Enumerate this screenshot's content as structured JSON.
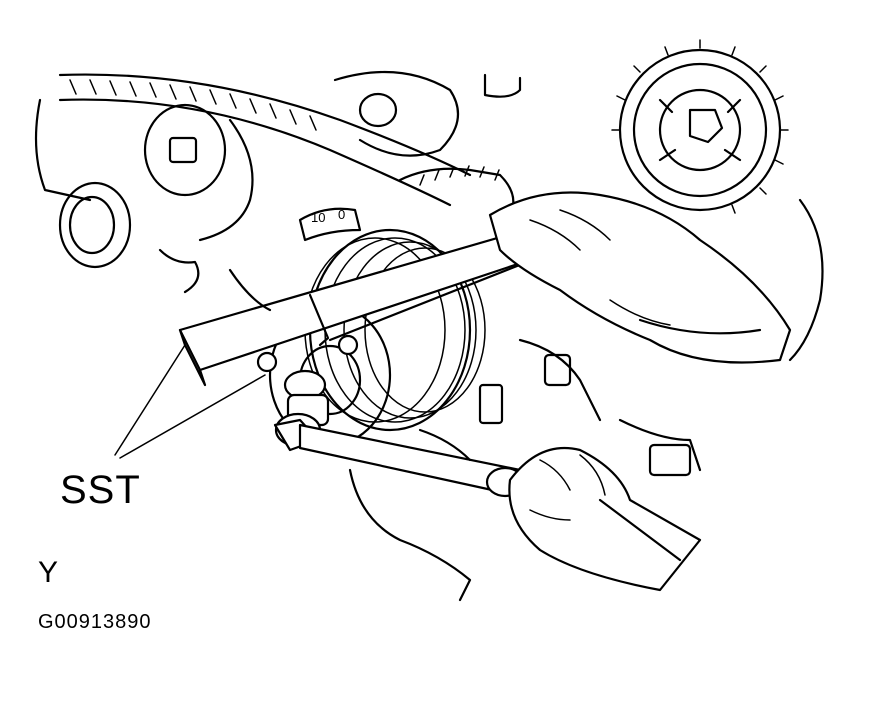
{
  "labels": {
    "tool_callout": "SST",
    "view_marker": "Y",
    "figure_id": "G00913890"
  },
  "scale": {
    "mark_left": "10",
    "mark_right": "0"
  },
  "colors": {
    "ink": "#000000",
    "paper": "#ffffff"
  }
}
